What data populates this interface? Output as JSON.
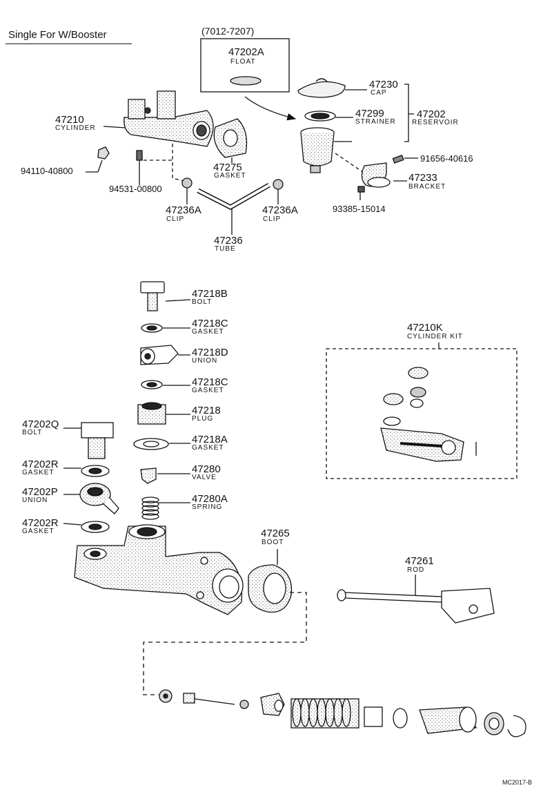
{
  "title": "Single For W/Booster",
  "date_range": "(7012-7207)",
  "figure_code": "MC2017-B",
  "parts": {
    "float": {
      "num": "47202A",
      "name": "FLOAT"
    },
    "cap": {
      "num": "47230",
      "name": "CAP"
    },
    "strainer": {
      "num": "47299",
      "name": "STRAINER"
    },
    "reservoir": {
      "num": "47202",
      "name": "RESERVOIR"
    },
    "cylinder": {
      "num": "47210",
      "name": "CYLINDER"
    },
    "nut": {
      "num": "94110-40800"
    },
    "screw": {
      "num": "94531-00800"
    },
    "gasket_47275": {
      "num": "47275",
      "name": "GASKET"
    },
    "clip_left": {
      "num": "47236A",
      "name": "CLIP"
    },
    "clip_right": {
      "num": "47236A",
      "name": "CLIP"
    },
    "tube": {
      "num": "47236",
      "name": "TUBE"
    },
    "screw_91656": {
      "num": "91656-40616"
    },
    "bracket": {
      "num": "47233",
      "name": "BRACKET"
    },
    "bolt_93385": {
      "num": "93385-15014"
    },
    "bolt_b": {
      "num": "47218B",
      "name": "BOLT"
    },
    "gasket_c1": {
      "num": "47218C",
      "name": "GASKET"
    },
    "union_d": {
      "num": "47218D",
      "name": "UNION"
    },
    "gasket_c2": {
      "num": "47218C",
      "name": "GASKET"
    },
    "plug": {
      "num": "47218",
      "name": "PLUG"
    },
    "gasket_a": {
      "num": "47218A",
      "name": "GASKET"
    },
    "valve": {
      "num": "47280",
      "name": "VALVE"
    },
    "spring": {
      "num": "47280A",
      "name": "SPRING"
    },
    "bolt_q": {
      "num": "47202Q",
      "name": "BOLT"
    },
    "gasket_r1": {
      "num": "47202R",
      "name": "GASKET"
    },
    "union_p": {
      "num": "47202P",
      "name": "UNION"
    },
    "gasket_r2": {
      "num": "47202R",
      "name": "GASKET"
    },
    "cylinder_kit": {
      "num": "47210K",
      "name": "CYLINDER KIT"
    },
    "boot": {
      "num": "47265",
      "name": "BOOT"
    },
    "rod": {
      "num": "47261",
      "name": "ROD"
    }
  }
}
